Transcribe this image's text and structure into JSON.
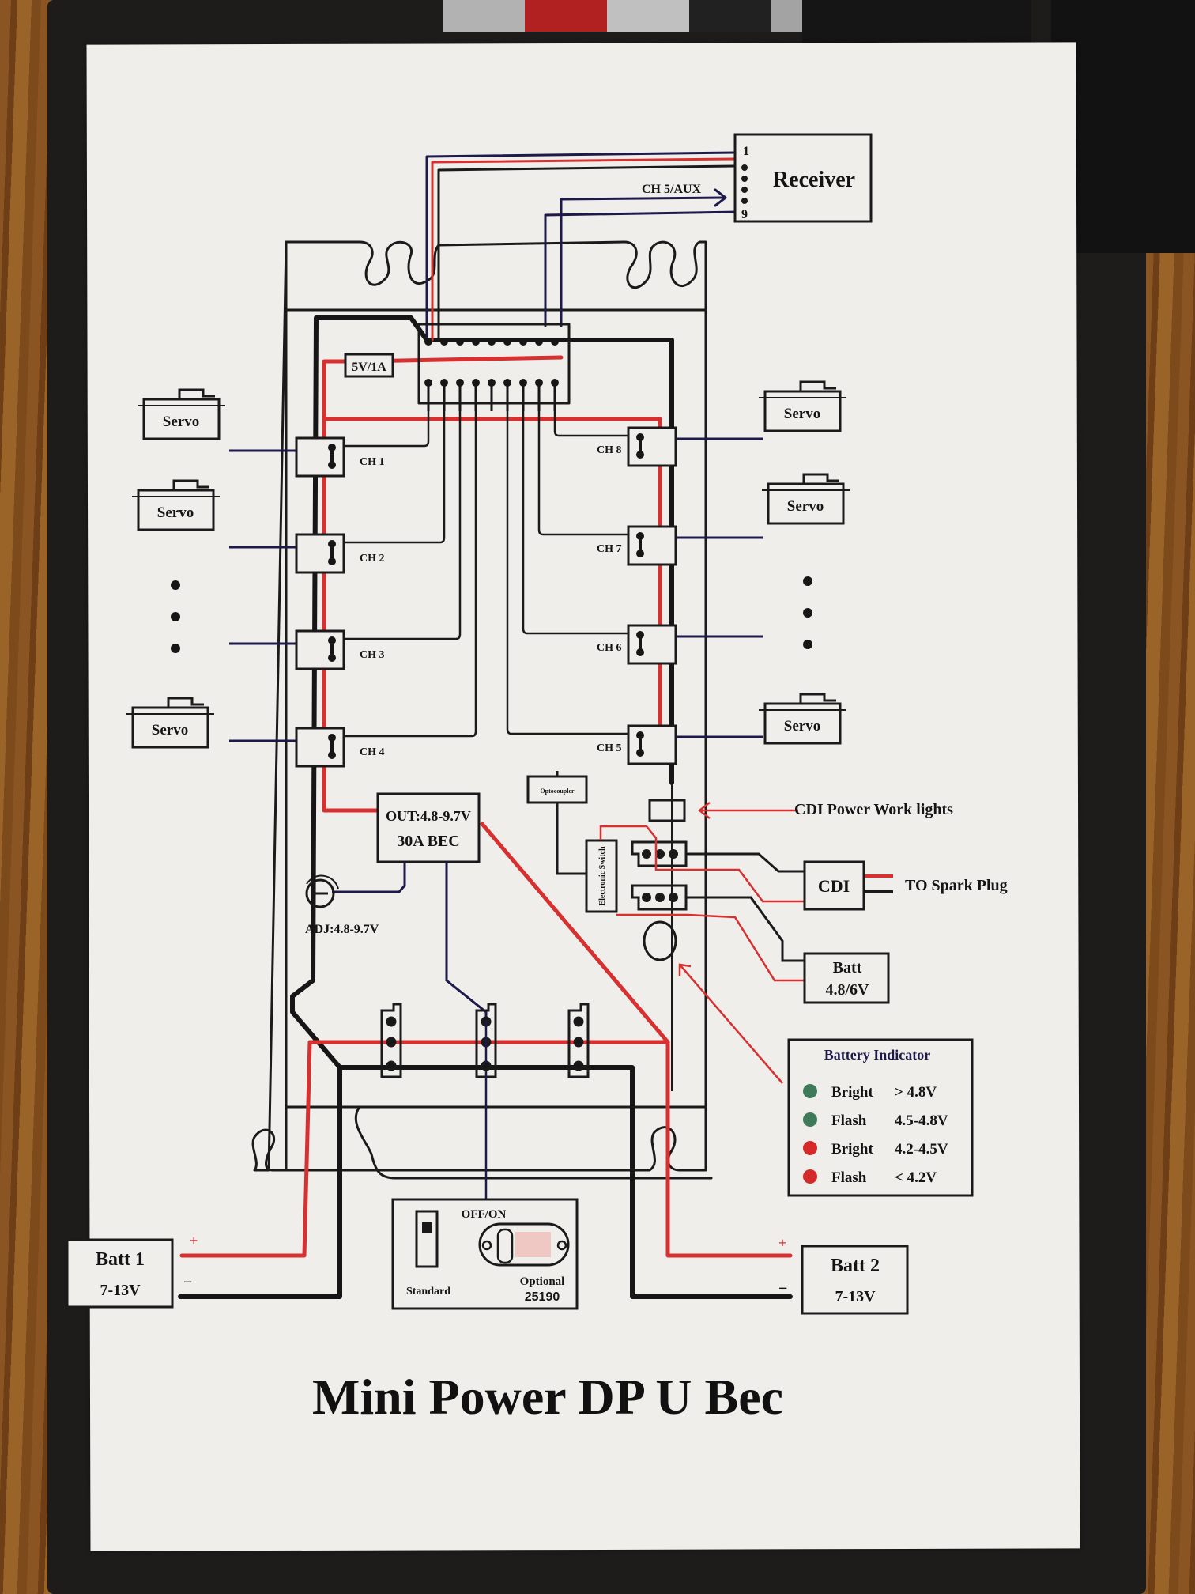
{
  "title": "Mini Power DP U Bec",
  "receiver": {
    "label": "Receiver",
    "pin_first": "1",
    "pin_last": "9",
    "aux_label": "CH 5/AUX"
  },
  "power_rail_label": "5V/1A",
  "channels": {
    "left": [
      "CH 1",
      "CH 2",
      "CH 3",
      "CH 4"
    ],
    "right": [
      "CH 8",
      "CH 7",
      "CH 6",
      "CH 5"
    ]
  },
  "servo_label": "Servo",
  "bec": {
    "line1": "OUT:4.8-9.7V",
    "line2": "30A BEC",
    "adj_label": "ADJ:4.8-9.7V"
  },
  "optocoupler_label": "Optocoupler",
  "electronic_switch_label": "Electronic Switch",
  "cdi": {
    "label": "CDI",
    "spark_label": "TO Spark Plug",
    "work_lights_label": "CDI Power Work lights"
  },
  "batt_ignition": {
    "line1": "Batt",
    "line2": "4.8/6V"
  },
  "battery_indicator": {
    "title": "Battery Indicator",
    "items": [
      {
        "state": "Bright",
        "range": "> 4.8V",
        "color": "#3f7a5a"
      },
      {
        "state": "Flash",
        "range": "4.5-4.8V",
        "color": "#3f7a5a"
      },
      {
        "state": "Bright",
        "range": "4.2-4.5V",
        "color": "#d42a2a"
      },
      {
        "state": "Flash",
        "range": "< 4.2V",
        "color": "#d42a2a"
      }
    ]
  },
  "switch_panel": {
    "off_on": "OFF/ON",
    "standard": "Standard",
    "optional": "Optional",
    "part_no": "25190"
  },
  "batt1": {
    "line1": "Batt 1",
    "line2": "7-13V",
    "plus": "+",
    "minus": "−"
  },
  "batt2": {
    "line1": "Batt 2",
    "line2": "7-13V",
    "plus": "+",
    "minus": "−"
  },
  "colors": {
    "wire_red": "#d63030",
    "wire_black": "#161616",
    "wire_navy": "#1d1a4a",
    "card": "#efeeeb"
  }
}
